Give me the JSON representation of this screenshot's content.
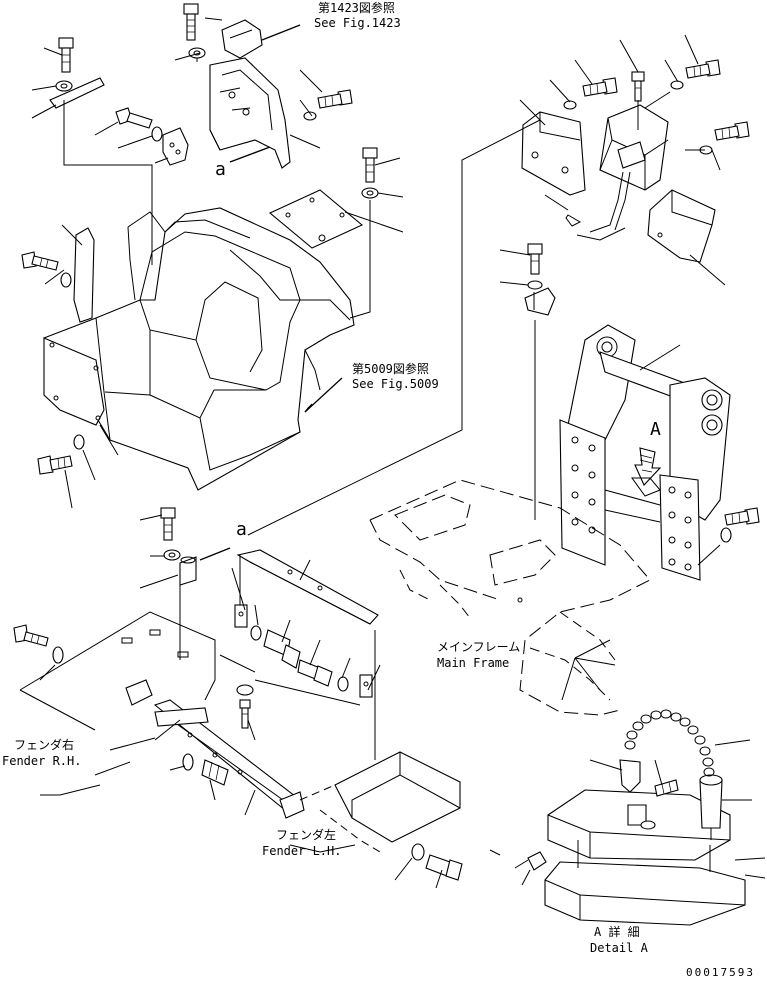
{
  "callouts": {
    "fig1423_jp": "第1423図参照",
    "fig1423_en": "See Fig.1423",
    "fig5009_jp": "第5009図参照",
    "fig5009_en": "See Fig.5009",
    "ref_a_top": "a",
    "ref_a_mid": "a",
    "view_a": "A"
  },
  "labels": {
    "main_frame_jp": "メインフレーム",
    "main_frame_en": "Main Frame",
    "fender_rh_jp": "フェンダ右",
    "fender_rh_en": "Fender R.H.",
    "fender_lh_jp": "フェンダ左",
    "fender_lh_en": "Fender L.H.",
    "detail_a_jp": "A 詳 細",
    "detail_a_en": "Detail A"
  },
  "drawing_number": "00017593"
}
